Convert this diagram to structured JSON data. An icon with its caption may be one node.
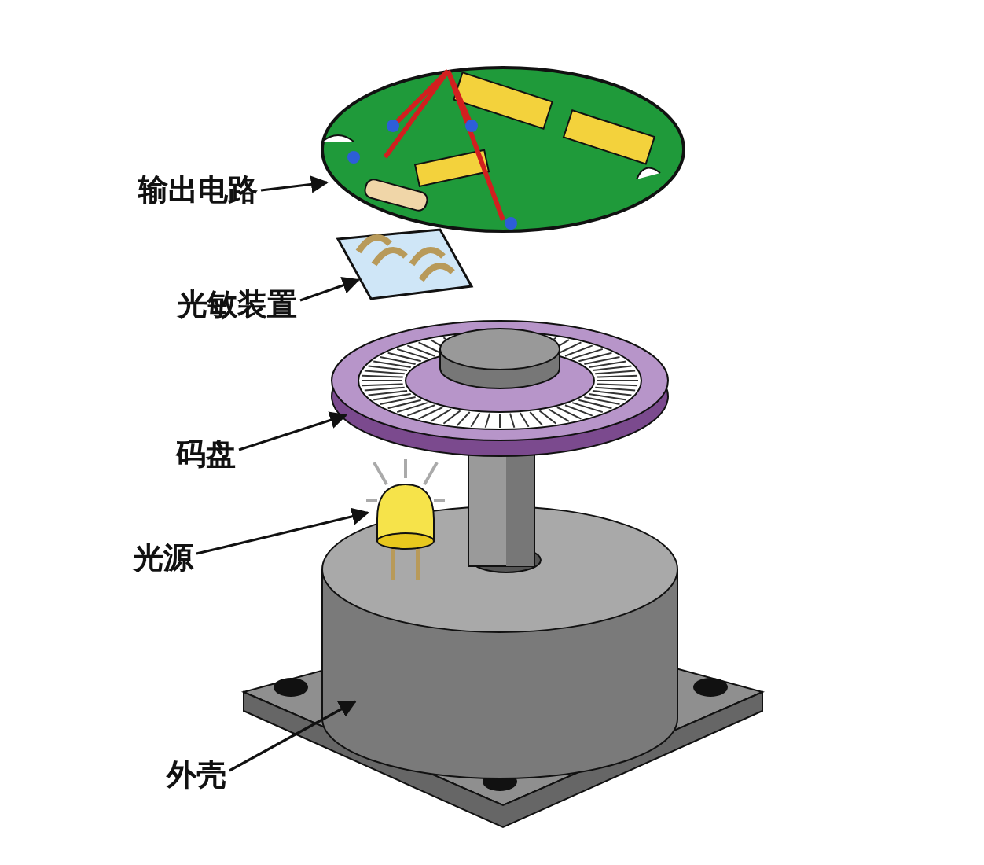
{
  "diagram": {
    "nodes": [
      {
        "text": [
          "输出电路"
        ]
      },
      {
        "text": [
          "光敏装置"
        ]
      },
      {
        "text": [
          "码盘"
        ]
      },
      {
        "text": [
          "光源"
        ]
      },
      {
        "text": [
          "外壳"
        ]
      },
      {
        "text": [],
        "shape": "picture"
      },
      {
        "text": [],
        "shape": "picture"
      },
      {
        "text": [],
        "shape": "picture"
      },
      {
        "text": [],
        "shape": "picture"
      },
      {
        "text": [],
        "shape": "picture"
      }
    ],
    "edges": [
      {
        "from": 0,
        "to": 5,
        "arrow": "to"
      },
      {
        "from": 1,
        "to": 6,
        "arrow": "to"
      },
      {
        "from": 2,
        "to": 7,
        "arrow": "to"
      },
      {
        "from": 3,
        "to": 8,
        "arrow": "to"
      },
      {
        "from": 4,
        "to": 9,
        "arrow": "to"
      }
    ]
  }
}
